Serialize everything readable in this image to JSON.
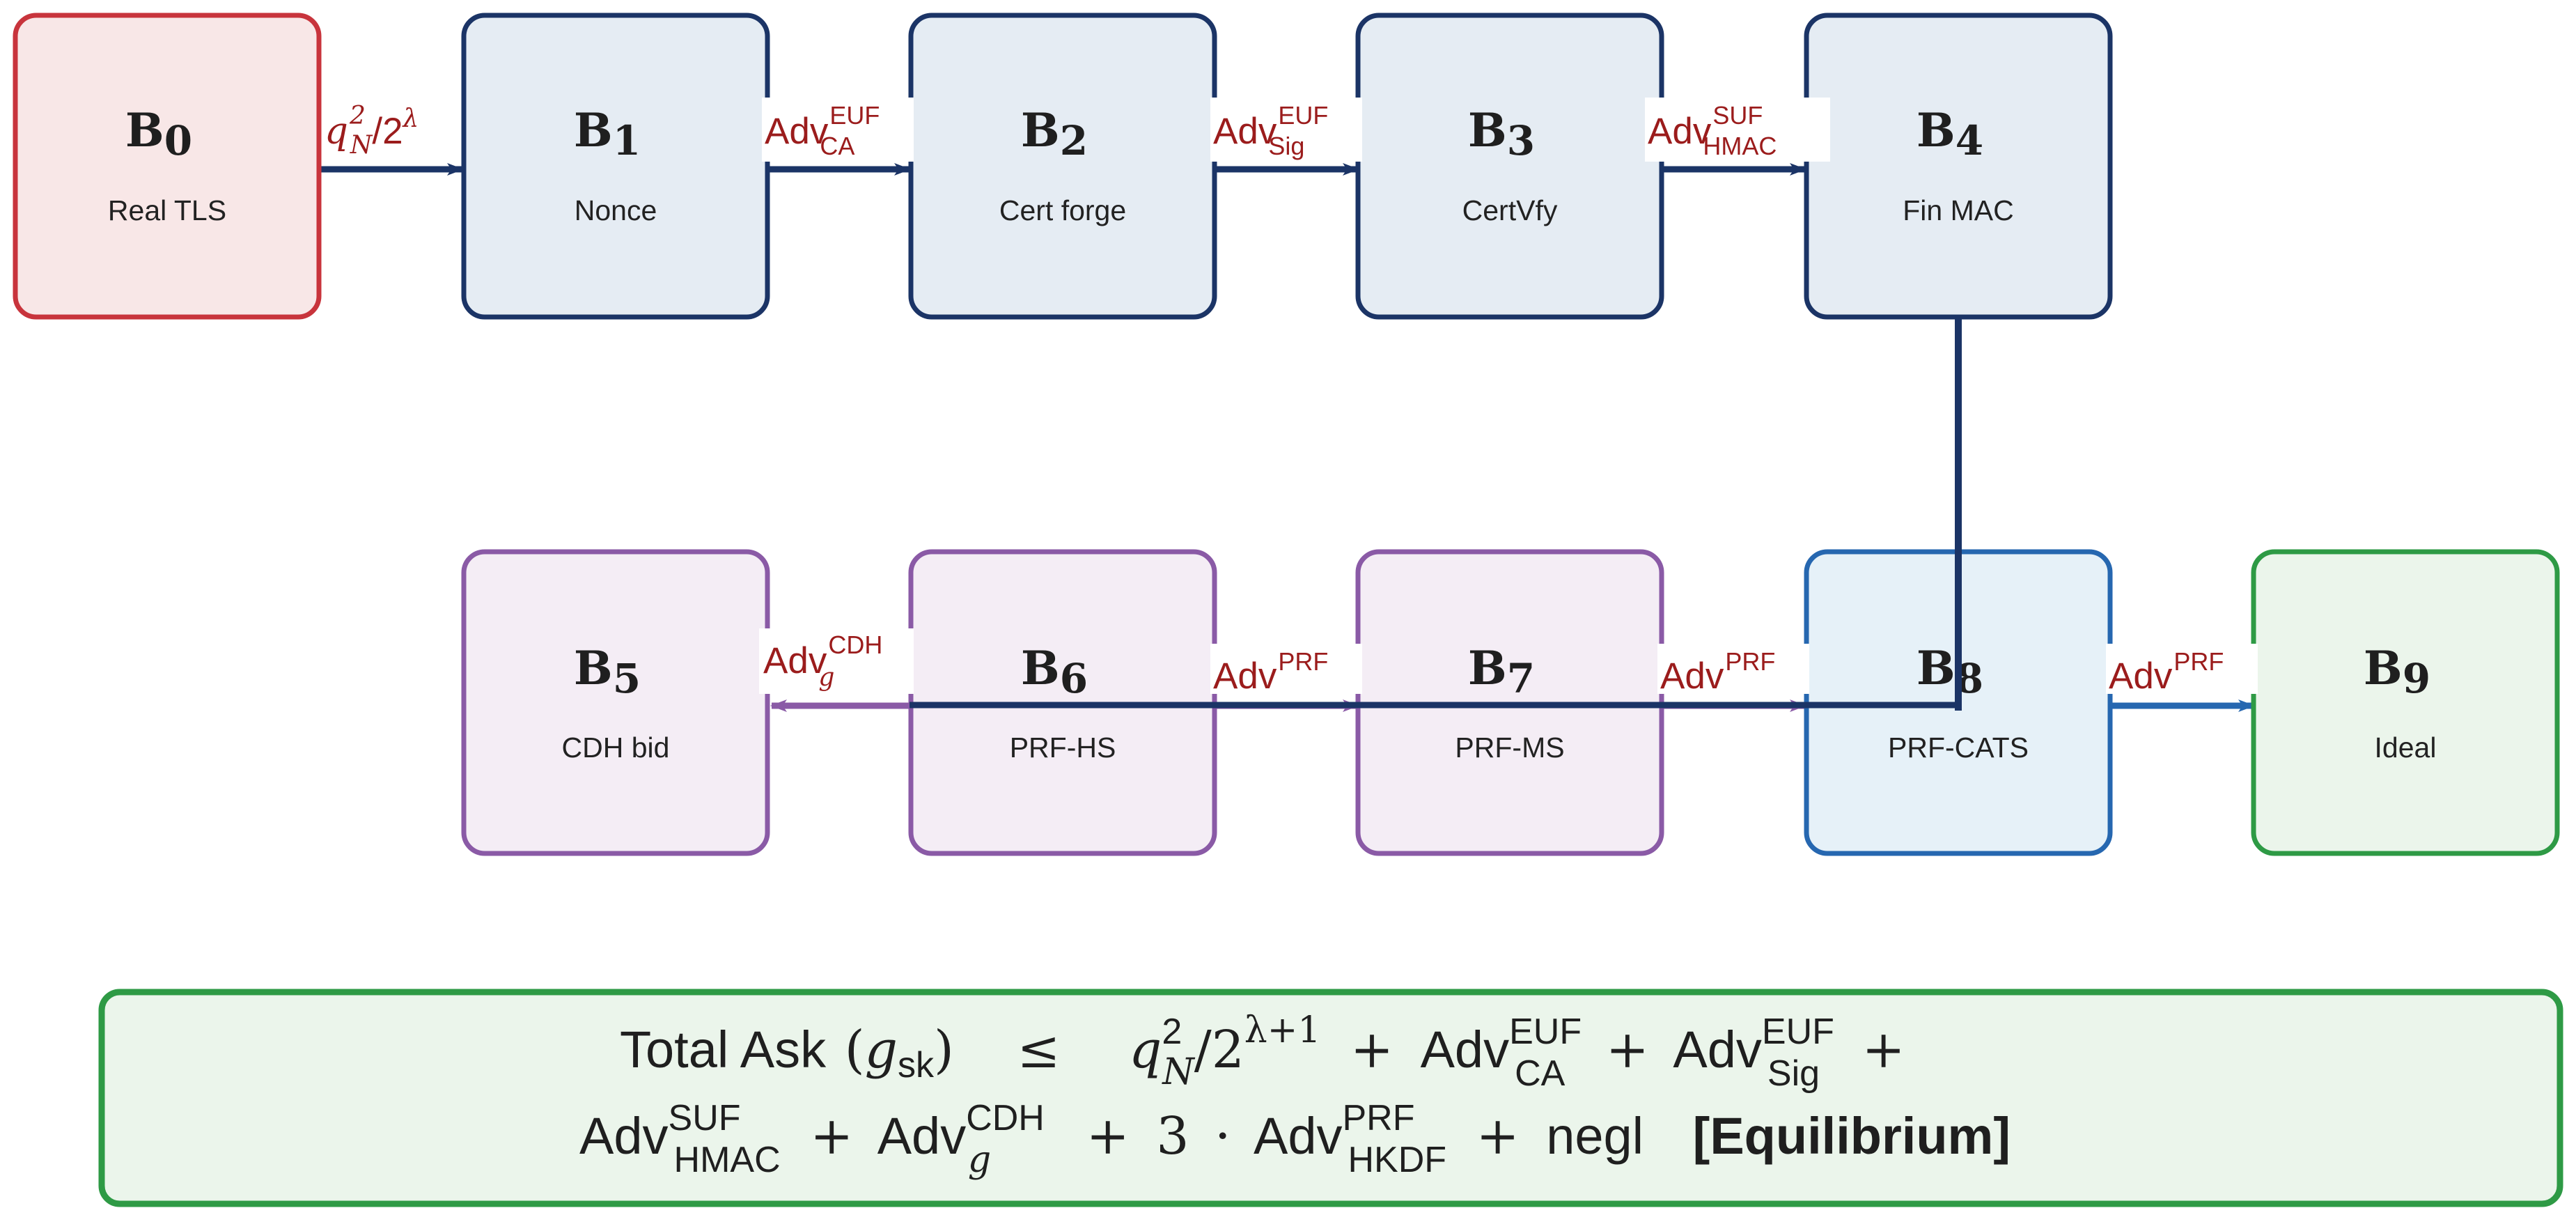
{
  "colors": {
    "red_border": "#c8343c",
    "red_fill": "#f8e7e7",
    "navy_border": "#1b3466",
    "navy_fill": "#e5ecf3",
    "purple_border": "#8a5aa6",
    "purple_fill": "#f4edf5",
    "blue_border": "#2667b0",
    "blue_fill": "#e6f1f8",
    "green_border": "#2e9a45",
    "green_fill": "#ebf5eb",
    "navy_arrow": "#1b3466",
    "purple_arrow": "#8a5aa6",
    "blue_arrow": "#2667b0",
    "label": "#9b1c1c"
  },
  "nodes": [
    {
      "id": "B0",
      "letter": "B",
      "sub": "0",
      "label": "Real TLS"
    },
    {
      "id": "B1",
      "letter": "B",
      "sub": "1",
      "label": "Nonce"
    },
    {
      "id": "B2",
      "letter": "B",
      "sub": "2",
      "label": "Cert forge"
    },
    {
      "id": "B3",
      "letter": "B",
      "sub": "3",
      "label": "CertVfy"
    },
    {
      "id": "B4",
      "letter": "B",
      "sub": "4",
      "label": "Fin MAC"
    },
    {
      "id": "B5",
      "letter": "B",
      "sub": "5",
      "label": "CDH bid"
    },
    {
      "id": "B6",
      "letter": "B",
      "sub": "6",
      "label": "PRF-HS"
    },
    {
      "id": "B7",
      "letter": "B",
      "sub": "7",
      "label": "PRF-MS"
    },
    {
      "id": "B8",
      "letter": "B",
      "sub": "8",
      "label": "PRF-CATS"
    },
    {
      "id": "B9",
      "letter": "B",
      "sub": "9",
      "label": "Ideal"
    }
  ],
  "edges": [
    {
      "from": "B0",
      "to": "B1",
      "label_main": "q",
      "label_sub": "N",
      "label_sup": "2",
      "label_tail": "/2",
      "label_tail_sup": "λ"
    },
    {
      "from": "B1",
      "to": "B2",
      "label_main": "Adv",
      "label_sub": "CA",
      "label_sup": "EUF"
    },
    {
      "from": "B2",
      "to": "B3",
      "label_main": "Adv",
      "label_sub": "Sig",
      "label_sup": "EUF"
    },
    {
      "from": "B3",
      "to": "B4",
      "label_main": "Adv",
      "label_sub": "HMAC",
      "label_sup": "SUF"
    },
    {
      "from": "B6",
      "to": "B5",
      "label_main": "Adv",
      "label_sub": "g",
      "label_sup": "CDH"
    },
    {
      "from": "B6",
      "to": "B7",
      "label_main": "Adv",
      "label_sup": "PRF"
    },
    {
      "from": "B7",
      "to": "B8",
      "label_main": "Adv",
      "label_sup": "PRF"
    },
    {
      "from": "B8",
      "to": "B9",
      "label_main": "Adv",
      "label_sup": "PRF"
    }
  ],
  "summary": {
    "line1": {
      "total_ask": "Total Ask",
      "g": "g",
      "g_sub": "sk",
      "leq": "≤",
      "q": "q",
      "q_sub": "N",
      "q_sup": "2",
      "over": "/2",
      "exp": "λ+1",
      "plus": "+",
      "adv": "Adv",
      "t1_sub": "CA",
      "t1_sup": "EUF",
      "t2_sub": "Sig",
      "t2_sup": "EUF"
    },
    "line2": {
      "adv": "Adv",
      "plus": "+",
      "t3_sub": "HMAC",
      "t3_sup": "SUF",
      "t4_sub": "g",
      "t4_sup": "CDH",
      "three": "3",
      "cdot": "·",
      "t5_sub": "HKDF",
      "t5_sup": "PRF",
      "negl": "negl",
      "equilibrium": "[Equilibrium]"
    }
  }
}
